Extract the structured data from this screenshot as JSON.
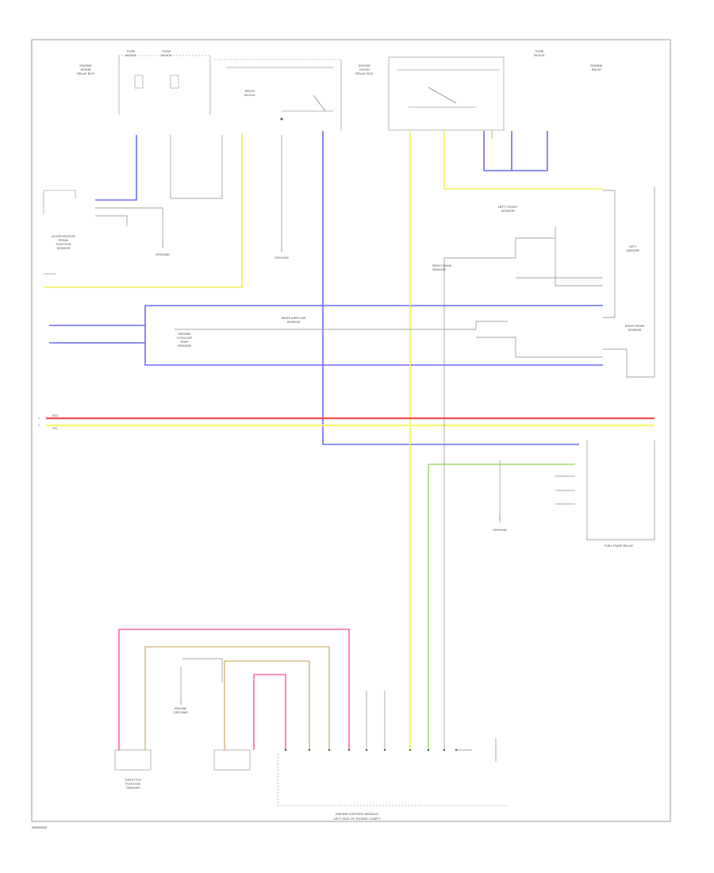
{
  "diagram": {
    "page_code": "W0000000",
    "power_rails": [
      {
        "pin": "1",
        "label": "RED",
        "rail_id": "A",
        "color": "#ff3b3b"
      },
      {
        "pin": "2",
        "label": "YEL",
        "rail_id": "B",
        "color": "#ffff66"
      }
    ],
    "fuses": {
      "left_group": [
        "FUSE\nBLOCK",
        "FUSE\nBLOCK"
      ],
      "right_group": [
        "FUSE\nBLOCK"
      ]
    },
    "components": {
      "engine_relay_box_left": "ENGINE\nROOM\nRELAY BOX",
      "relay_center": "RELAY\nBLOCK",
      "engine_room_right": "ENGINE\nROOM\nRELAY BOX",
      "accelerator_pedal": "ACCELERATOR\nPEDAL\nPOSITION\nSENSOR",
      "ground_left": "GROUND",
      "ground_center": "GROUND",
      "left_front_sensor": "LEFT FRONT\nSENSOR",
      "left_sensor": "LEFT\nSENSOR",
      "right_bank_sensor": "RIGHT BANK\nSENSOR",
      "engine_relay_box_right": "ENGINE\nRELAY",
      "engine_coolant_temp": "ENGINE\nCOOLANT\nTEMP\nSENSOR",
      "mass_airflow": "MASS AIRFLOW\nSENSOR",
      "right_rear": "RIGHT REAR\nSENSOR",
      "ground_right": "GROUND",
      "fuel_pump_relay": "FUEL PUMP RELAY",
      "engine_ground": "ENGINE\nGROUND",
      "throttle_sensor": "THROTTLE\nPOSITION\nSENSOR",
      "engine_control_module": "ENGINE CONTROL MODULE",
      "ecm_sub": "LEFT SIDE OF ENGINE COMPT"
    },
    "wire_colors": {
      "blue": "#6b6bff",
      "yellow": "#f2f25a",
      "red": "#ff4d4d",
      "pink": "#ff66aa",
      "tan": "#d9c089",
      "green": "#9edc6a",
      "gray": "#888888",
      "black": "#222222"
    }
  }
}
